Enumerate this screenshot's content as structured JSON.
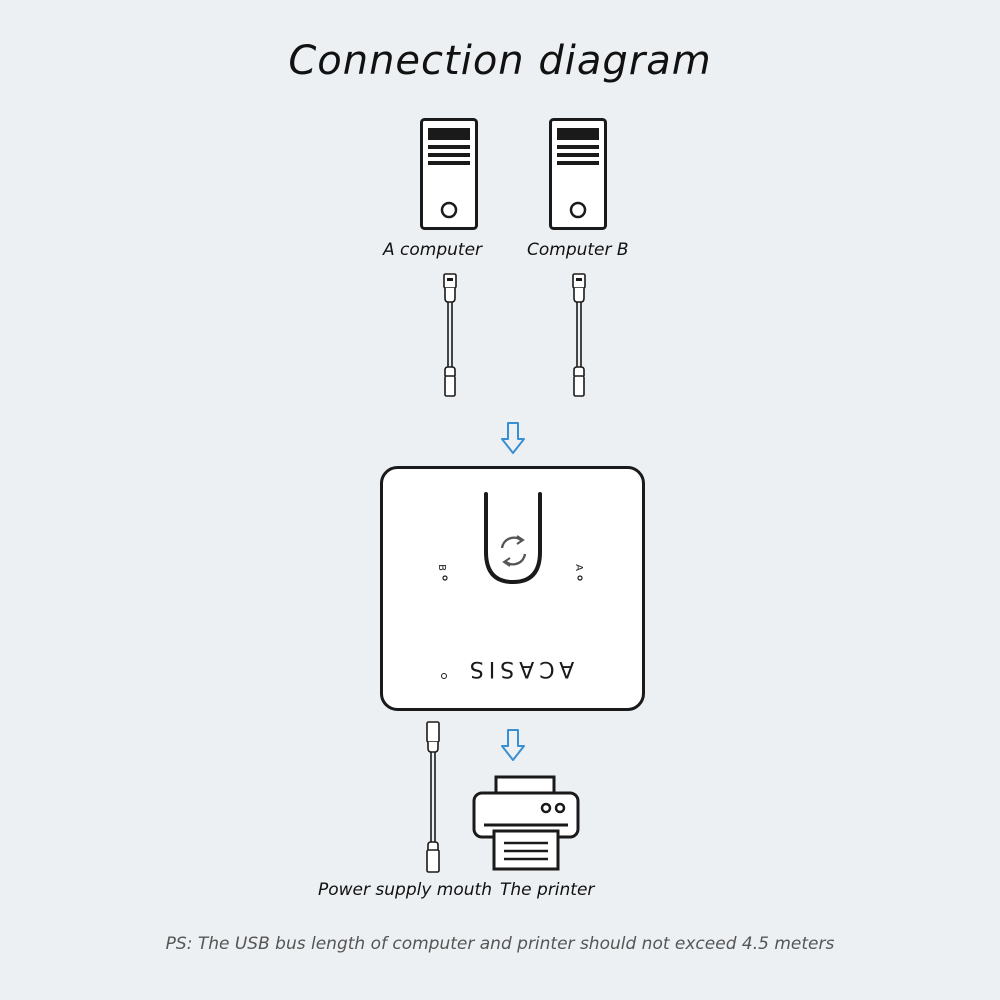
{
  "diagram": {
    "title": "Connection diagram",
    "labels": {
      "computer_a": "A computer",
      "computer_b": "Computer B",
      "power": "Power supply mouth",
      "printer": "The printer"
    },
    "device": {
      "brand": "ACASIS",
      "port_b": "B",
      "port_a": "A"
    },
    "note": "PS: The USB bus length of computer and printer should not exceed 4.5 meters"
  },
  "colors": {
    "arrow": "#3a8fd0",
    "line": "#1a1a1a",
    "background": "#edf0f3"
  },
  "icons": [
    "computer-tower-icon",
    "usb-cable-icon",
    "down-arrow-icon",
    "usb-switch-icon",
    "refresh-icon",
    "printer-icon"
  ]
}
